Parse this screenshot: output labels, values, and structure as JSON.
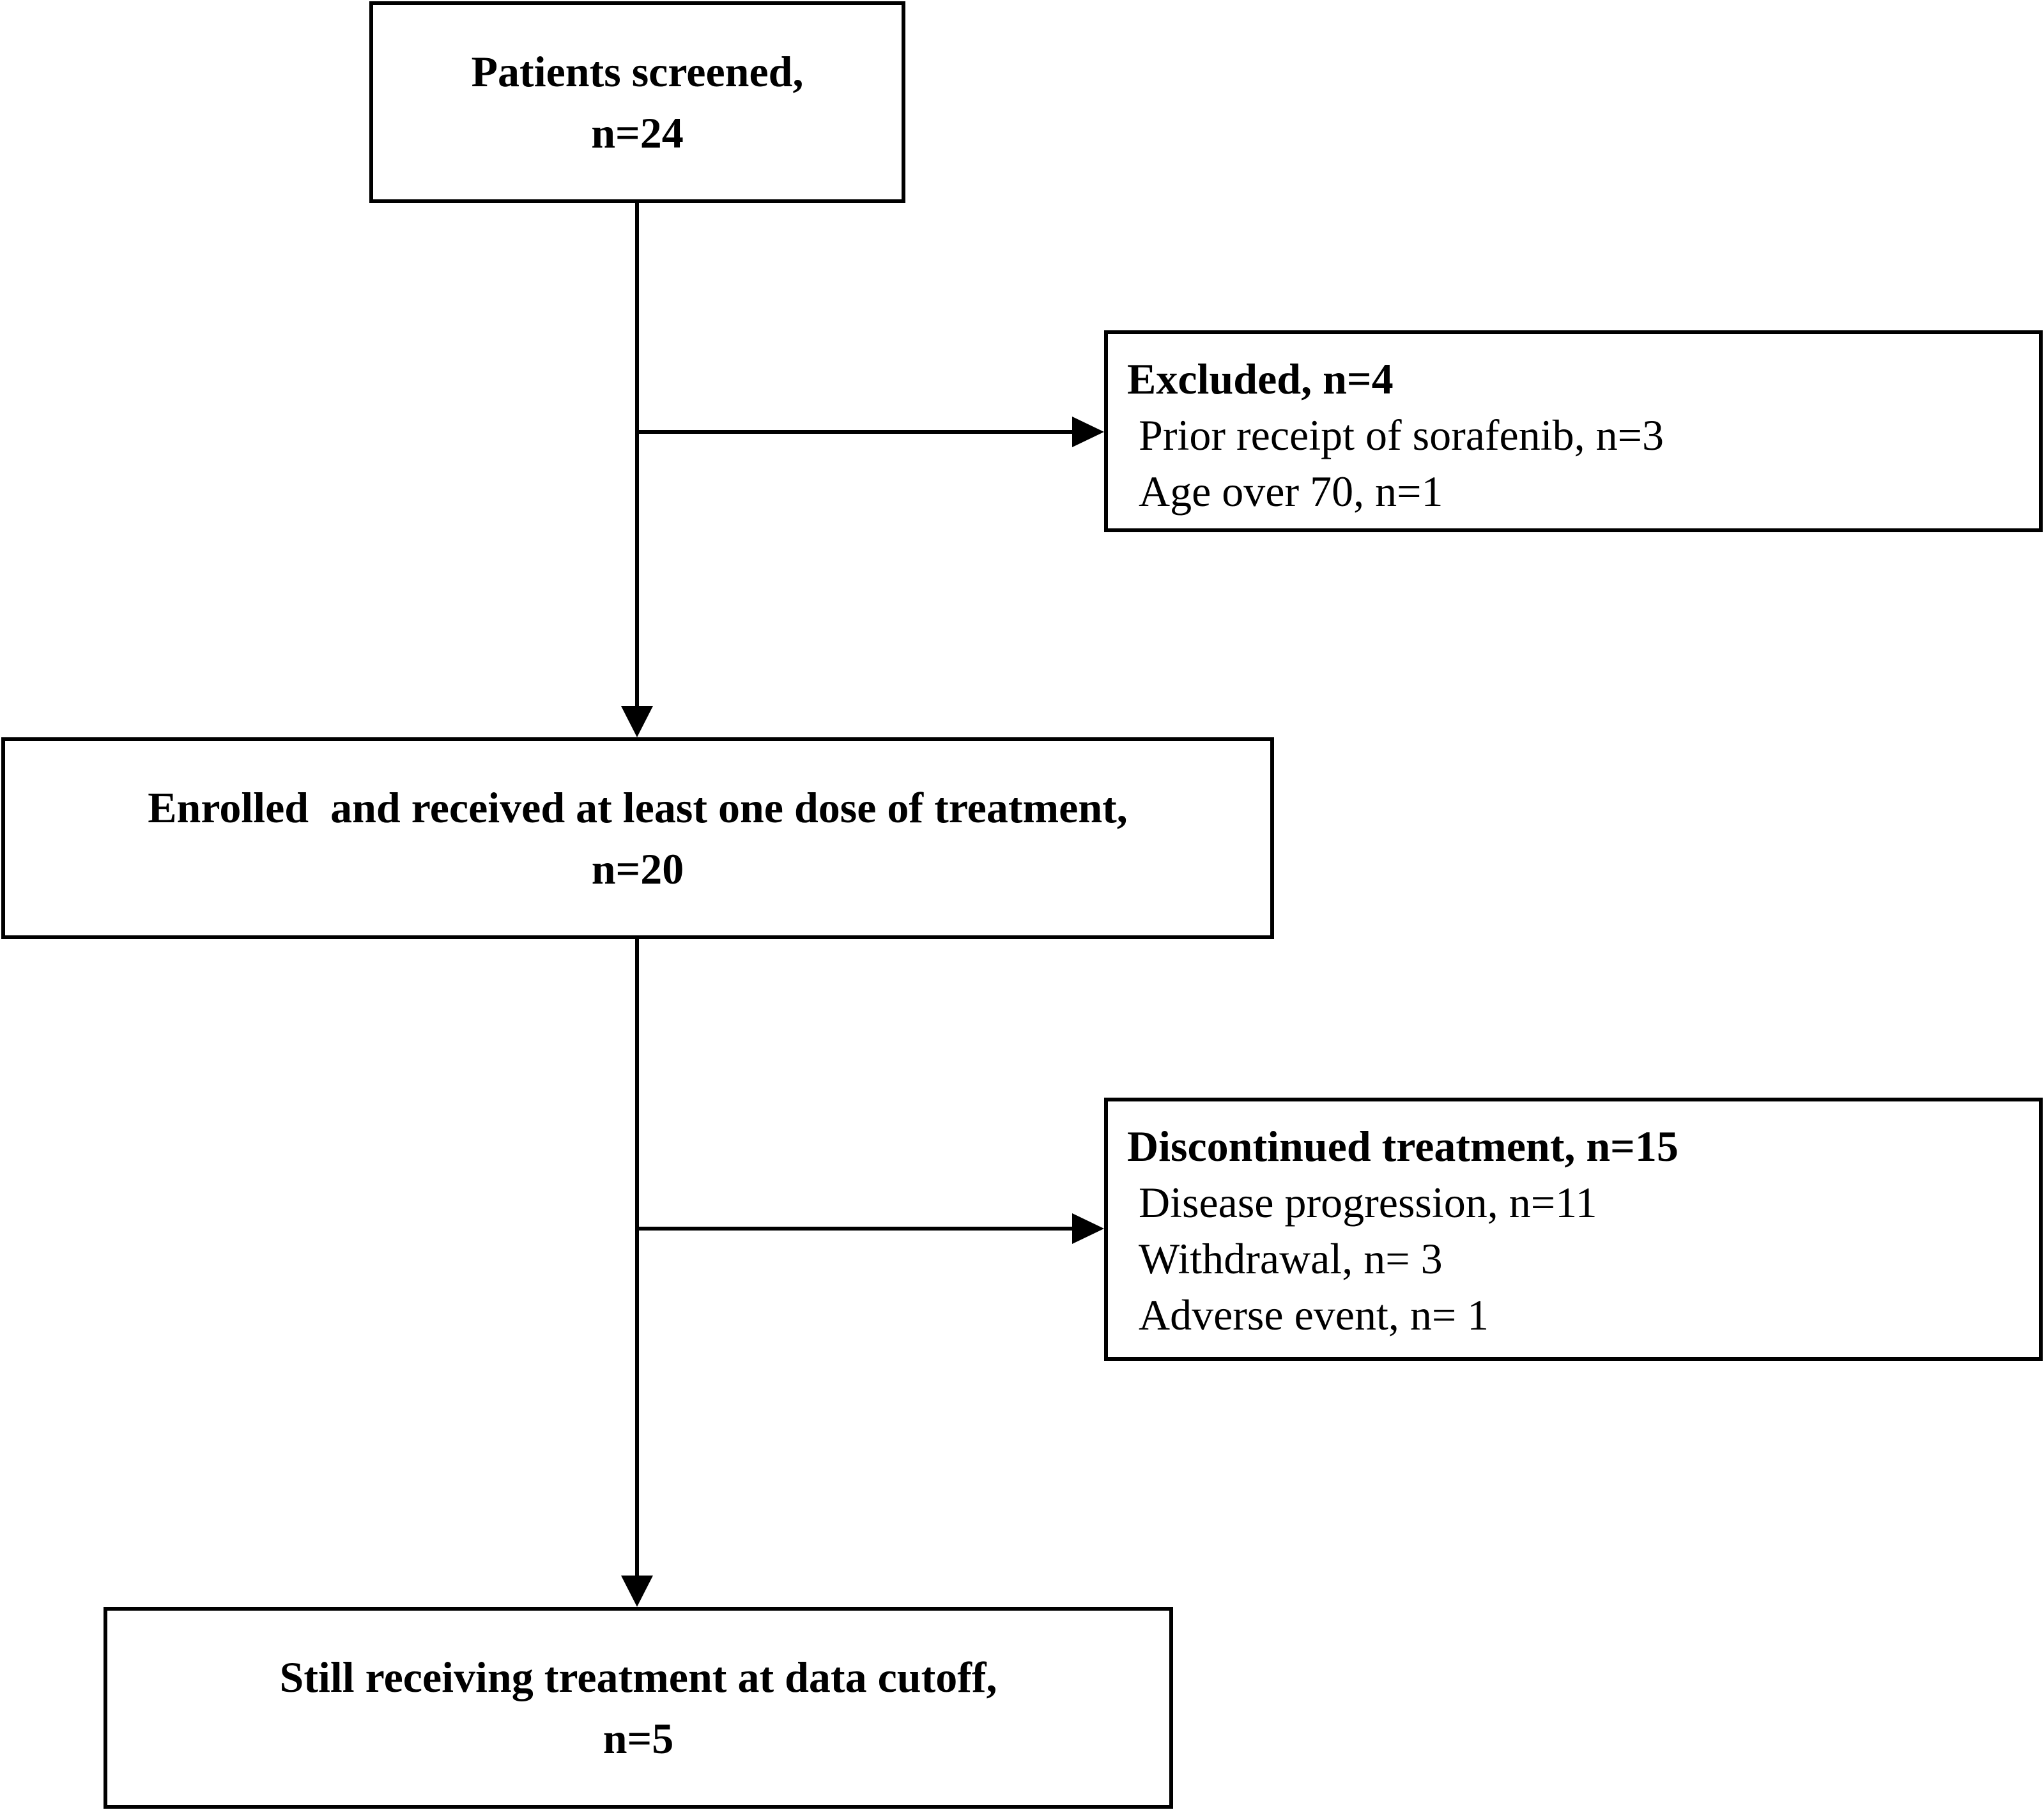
{
  "diagram": {
    "screened": {
      "line1": "Patients screened,",
      "line2": "n=24"
    },
    "excluded": {
      "title": "Excluded, n=4",
      "items": [
        "Prior receipt of sorafenib, n=3",
        "Age over 70, n=1"
      ]
    },
    "enrolled": {
      "line1": "Enrolled  and received at least one dose of treatment,",
      "line2": "n=20"
    },
    "discontinued": {
      "title": "Discontinued treatment, n=15",
      "items": [
        "Disease progression, n=11",
        "Withdrawal, n= 3",
        "Adverse event, n= 1"
      ]
    },
    "still_receiving": {
      "line1": "Still receiving treatment at data cutoff,",
      "line2": "n=5"
    }
  }
}
